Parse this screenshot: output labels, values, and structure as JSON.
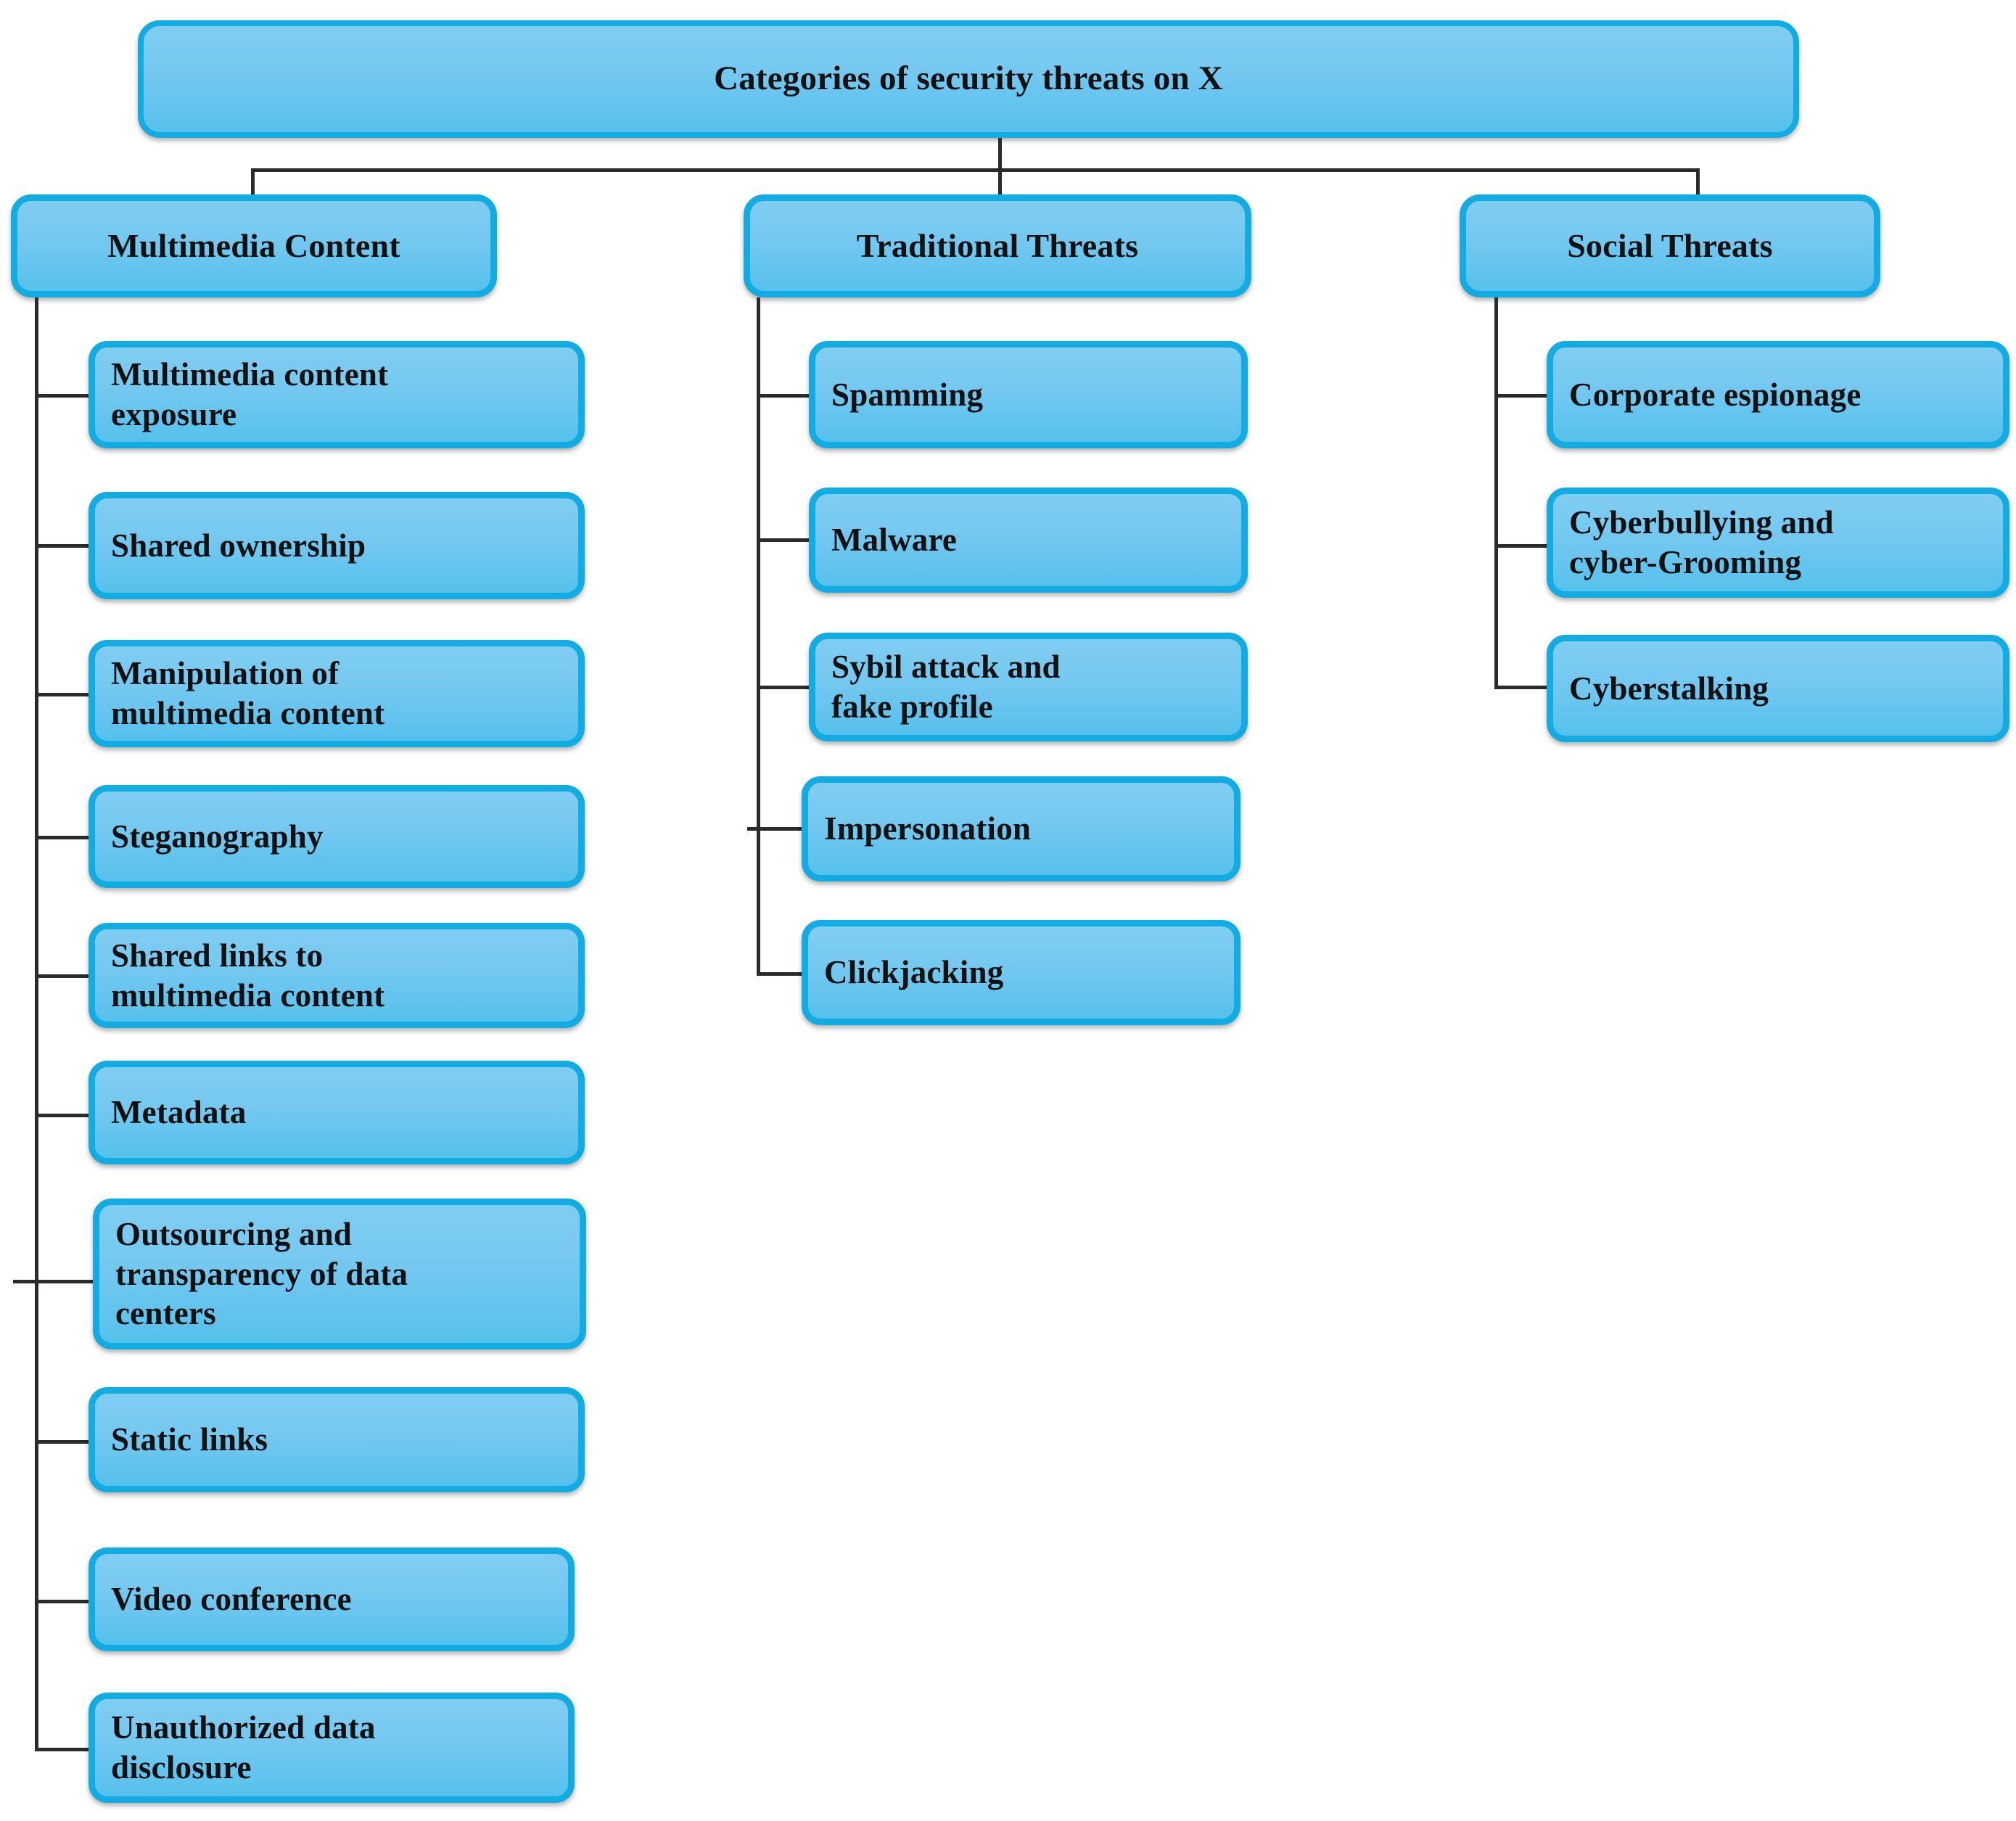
{
  "diagram": {
    "title": "Categories of security threats on X",
    "type": "hierarchy-tree",
    "root": {
      "label": "Categories of security threats on X"
    },
    "branches": [
      {
        "id": "multimedia-content",
        "label": "Multimedia Content",
        "children": [
          {
            "label": "Multimedia content\nexposure"
          },
          {
            "label": "Shared ownership"
          },
          {
            "label": "Manipulation of\nmultimedia content"
          },
          {
            "label": "Steganography"
          },
          {
            "label": "Shared links to\nmultimedia content"
          },
          {
            "label": "Metadata"
          },
          {
            "label": "Outsourcing and\ntransparency of data\ncenters"
          },
          {
            "label": "Static links"
          },
          {
            "label": "Video conference"
          },
          {
            "label": "Unauthorized data\ndisclosure"
          }
        ]
      },
      {
        "id": "traditional-threats",
        "label": "Traditional Threats",
        "children": [
          {
            "label": "Spamming"
          },
          {
            "label": "Malware"
          },
          {
            "label": "Sybil attack and\nfake profile"
          },
          {
            "label": "Impersonation"
          },
          {
            "label": "Clickjacking"
          }
        ]
      },
      {
        "id": "social-threats",
        "label": "Social Threats",
        "children": [
          {
            "label": "Corporate espionage"
          },
          {
            "label": "Cyberbullying and\ncyber-Grooming"
          },
          {
            "label": "Cyberstalking"
          }
        ]
      }
    ],
    "colors": {
      "box_fill_top": "#80CDF2",
      "box_fill_bottom": "#55C1EC",
      "box_border": "#12ACE3",
      "connector": "#2b2b2b",
      "text": "#111111",
      "background": "#ffffff"
    }
  }
}
